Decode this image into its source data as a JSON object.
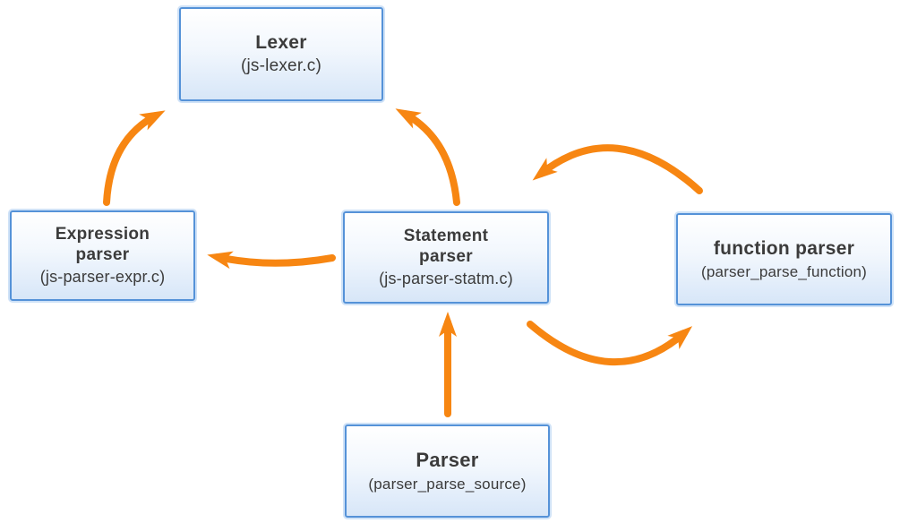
{
  "diagram": {
    "description": "JavaScript parser architecture diagram",
    "colors": {
      "arrow": "#F78612",
      "box_border": "#5592D8",
      "box_halo": "#A8CAF0",
      "box_fill_top": "#FFFFFF",
      "box_fill_bottom": "#D7E6F8",
      "text": "#3B3B3B",
      "background": "#FFFFFF"
    },
    "nodes": [
      {
        "id": "lexer",
        "title": "Lexer",
        "subtitle": "(js-lexer.c)"
      },
      {
        "id": "expression-parser",
        "title": "Expression\nparser",
        "subtitle": "(js-parser-expr.c)"
      },
      {
        "id": "statement-parser",
        "title": "Statement\nparser",
        "subtitle": "(js-parser-statm.c)"
      },
      {
        "id": "function-parser",
        "title": "function parser",
        "subtitle": "(parser_parse_function)"
      },
      {
        "id": "parser",
        "title": "Parser",
        "subtitle": "(parser_parse_source)"
      }
    ],
    "edges": [
      {
        "from": "expression-parser",
        "to": "lexer"
      },
      {
        "from": "statement-parser",
        "to": "lexer"
      },
      {
        "from": "statement-parser",
        "to": "expression-parser"
      },
      {
        "from": "function-parser",
        "to": "statement-parser"
      },
      {
        "from": "statement-parser",
        "to": "function-parser"
      },
      {
        "from": "parser",
        "to": "statement-parser"
      }
    ]
  }
}
